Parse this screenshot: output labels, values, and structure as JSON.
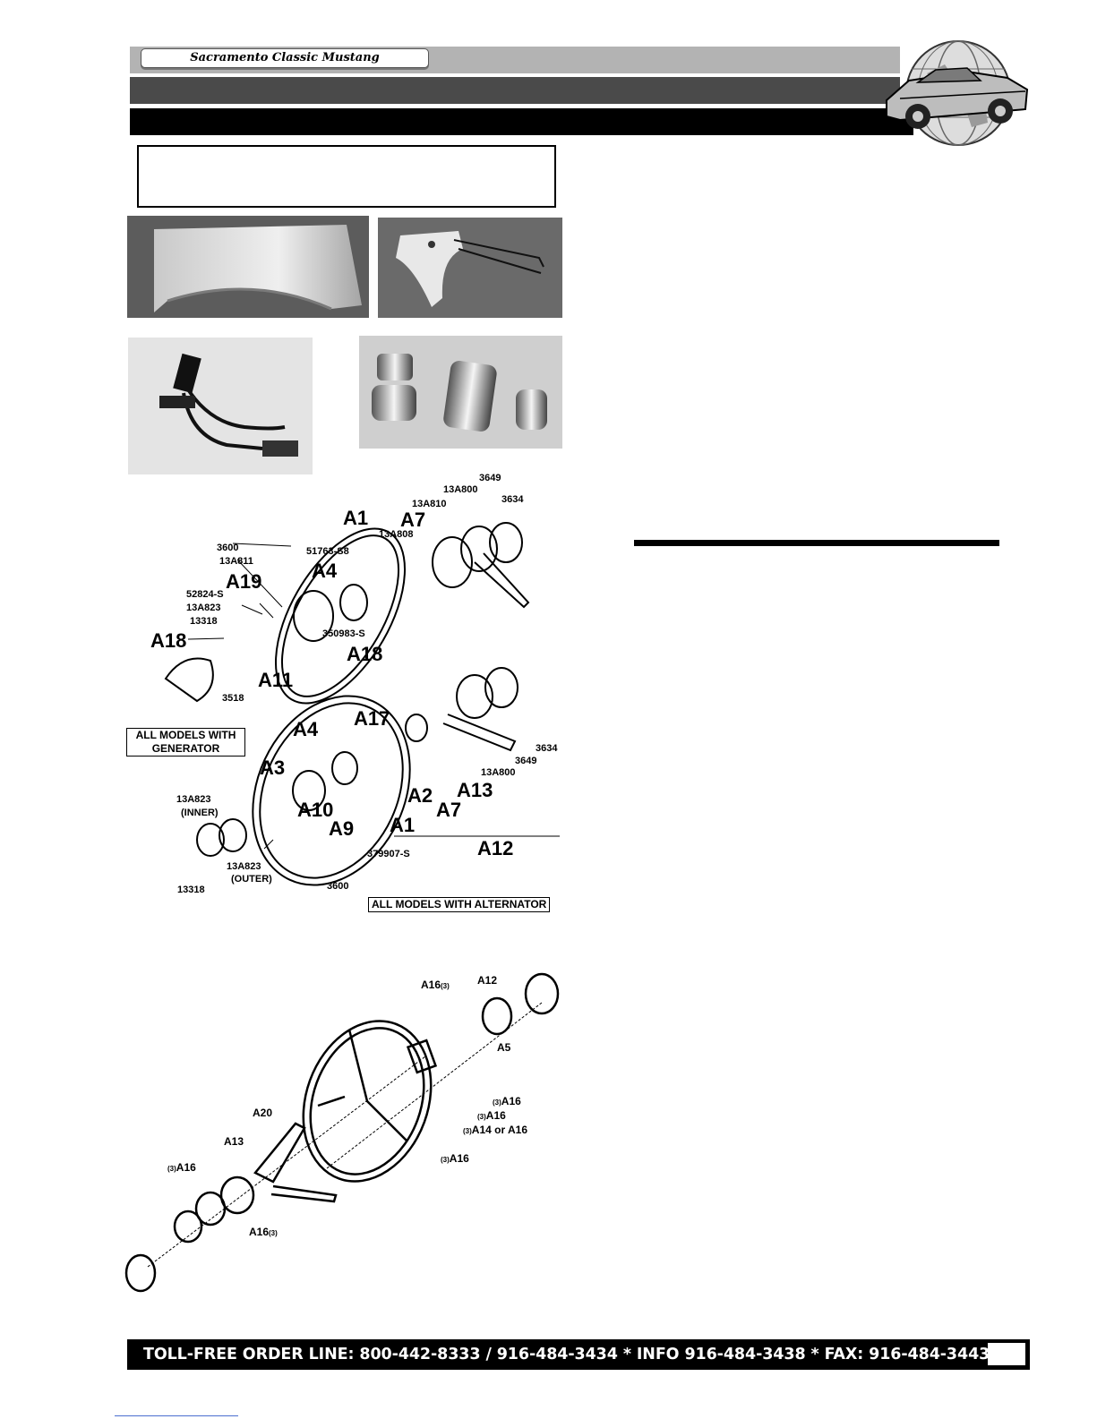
{
  "header": {
    "brand": "Sacramento Classic Mustang"
  },
  "icons": {
    "logo": "globe-car-logo-icon"
  },
  "diagram_main": {
    "labels_large": [
      "A1",
      "A7",
      "A4",
      "A19",
      "A18",
      "A18",
      "A11",
      "A4",
      "A17",
      "A3",
      "A2",
      "A13",
      "A10",
      "A7",
      "A9",
      "A1",
      "A12"
    ],
    "labels_small": [
      "3649",
      "13A800",
      "3634",
      "13A810",
      "13A808",
      "3600",
      "51763-S8",
      "13A811",
      "52824-S",
      "13A823",
      "13318",
      "350983-S",
      "3518",
      "3634",
      "3649",
      "13A800",
      "13A823",
      "(INNER)",
      "13A823",
      "(OUTER)",
      "13318",
      "3600",
      "379907-S"
    ],
    "box_generator_line1": "ALL MODELS WITH",
    "box_generator_line2": "GENERATOR",
    "box_alternator": "ALL MODELS WITH ALTERNATOR"
  },
  "diagram_deluxe": {
    "labels": [
      "A16",
      "(3)",
      "A12",
      "A5",
      "(3)",
      "A16",
      "(3)",
      "A16",
      "(3)",
      "A14 or A16",
      "(3)",
      "A16",
      "A20",
      "A13",
      "(3)",
      "A16",
      "A16",
      "(3)"
    ]
  },
  "footer": {
    "order_line": "TOLL-FREE ORDER LINE: 800-442-8333 / 916-484-3434 * INFO 916-484-3438 * FAX: 916-484-3443"
  }
}
